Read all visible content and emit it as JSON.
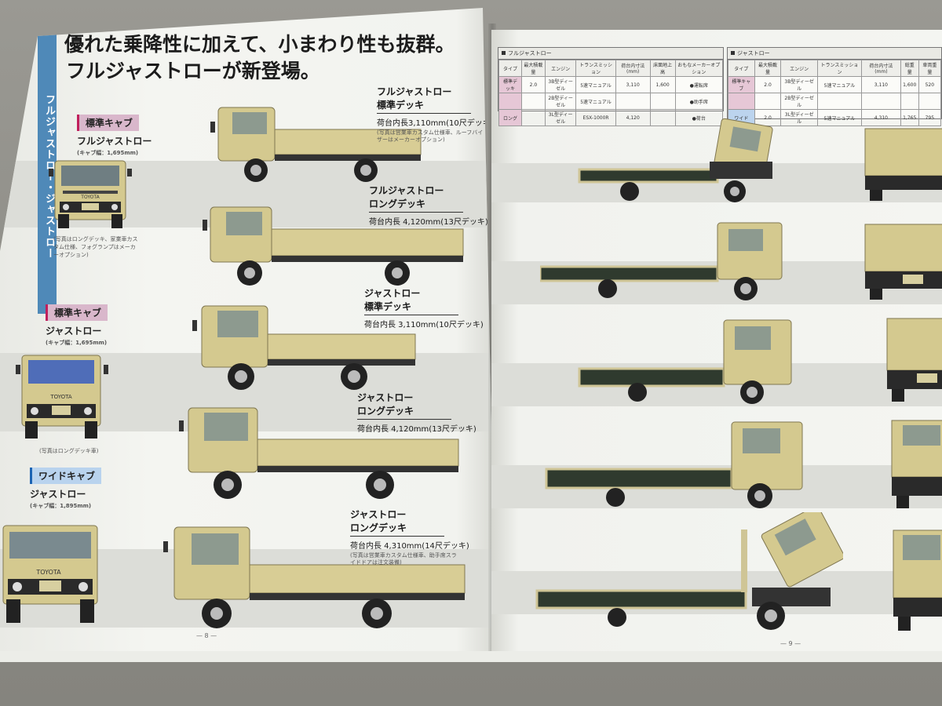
{
  "left_page": {
    "side_label": "フルジャストロー・ジャストロー",
    "headline_line1": "優れた乗降性に加えて、小まわり性も抜群。",
    "headline_line2": "フルジャストローが新登場。",
    "cab_groups": [
      {
        "tag": "標準キャブ",
        "name": "フルジャストロー",
        "sub": "(キャブ幅：1,695mm)"
      },
      {
        "tag": "標準キャブ",
        "name": "ジャストロー",
        "sub": "(キャブ幅：1,695mm)"
      },
      {
        "tag": "ワイドキャブ",
        "name": "ジャストロー",
        "sub": "(キャブ幅：1,895mm)"
      }
    ],
    "notes": {
      "group1": "(写真はロングデッキ、家業車カスタム仕様、フォグランプはメーカーオプション)",
      "group2": "(写真はロングデッキ車)"
    },
    "models": [
      {
        "line1": "フルジャストロー",
        "line2": "標準デッキ",
        "line3": "荷台内長3,110mm(10尺デッキ)",
        "line4": "(写真は営業車カスタム仕様車、ルーフバイザーはメーカーオプション)"
      },
      {
        "line1": "フルジャストロー",
        "line2": "ロングデッキ",
        "line3": "荷台内長 4,120mm(13尺デッキ)",
        "line4": ""
      },
      {
        "line1": "ジャストロー",
        "line2": "標準デッキ",
        "line3": "荷台内長 3,110mm(10尺デッキ)",
        "line4": ""
      },
      {
        "line1": "ジャストロー",
        "line2": "ロングデッキ",
        "line3": "荷台内長 4,120mm(13尺デッキ)",
        "line4": ""
      },
      {
        "line1": "ジャストロー",
        "line2": "ロングデッキ",
        "line3": "荷台内長 4,310mm(14尺デッキ)",
        "line4": "(写真は営業車カスタム仕様車、助手席スライドドアは注文装備)"
      }
    ],
    "page_number": "— 8 —"
  },
  "right_page": {
    "spec_table_1": {
      "title": "フルジャストロー",
      "headers": [
        "タイプ",
        "最大積載量",
        "エンジン",
        "トランスミッション",
        "荷台内寸法(mm)",
        "床面地上高",
        "おもなメーカーオプション"
      ],
      "rows": [
        [
          "標準デッキ",
          "2.0",
          "3B型ディーゼル",
          "5速マニュアル",
          "3,110",
          "1,600",
          "●運転席"
        ],
        [
          "",
          "",
          "2B型ディーゼル",
          "5速マニュアル",
          "",
          "",
          "●助手席"
        ],
        [
          "ロング",
          "",
          "3L型ディーゼル",
          "ESX-1000R",
          "4,120",
          "",
          "●荷台"
        ]
      ]
    },
    "spec_table_2": {
      "title": "ジャストロー",
      "headers": [
        "タイプ",
        "最大積載量",
        "エンジン",
        "トランスミッション",
        "荷台内寸法(mm)",
        "総重量",
        "車両重量"
      ],
      "rows": [
        [
          "標準キャブ",
          "2.0",
          "3B型ディーゼル",
          "5速マニュアル",
          "3,110",
          "1,600",
          "520"
        ],
        [
          "",
          "",
          "2B型ディーゼル",
          "",
          "",
          "",
          ""
        ],
        [
          "ワイド",
          "2.0",
          "3L型ディーゼル",
          "5速マニュアル",
          "4,310",
          "1,765",
          "795"
        ]
      ]
    },
    "page_number": "— 9 —"
  },
  "colors": {
    "truck_body": "#d4c98f",
    "truck_shadow": "#a79c63",
    "accent_pink": "#c01f5c",
    "accent_blue": "#4f89b8",
    "cab_blue": "#4f6db8"
  }
}
